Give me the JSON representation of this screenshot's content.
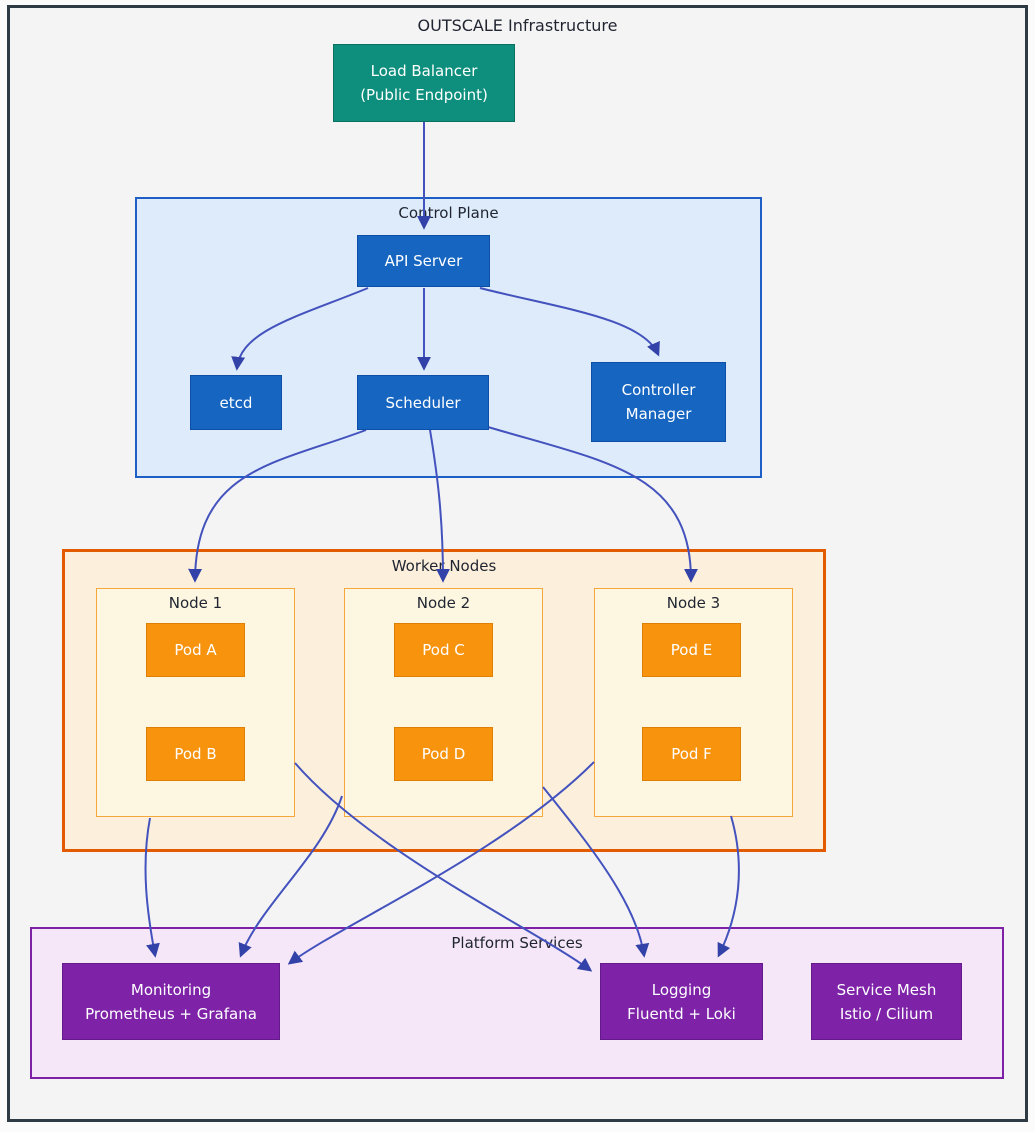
{
  "title": "OUTSCALE Infrastructure",
  "colors": {
    "frame_border": "#2e3a44",
    "canvas_bg": "#f4f4f5",
    "edge": "#4352bd",
    "lb_fill": "#0e8f7d",
    "lb_border": "#0a7060",
    "cp_fill": "#ddebfb",
    "cp_border": "#1d5fc4",
    "blue_fill": "#1565c1",
    "blue_border": "#0d4ea6",
    "wn_fill": "#fcf0dd",
    "wn_border": "#e35b00",
    "node_fill": "#fdf7e2",
    "node_border": "#f5a73b",
    "pod_fill": "#f7930d",
    "pod_border": "#df7e04",
    "ps_fill": "#f5e7f8",
    "ps_border": "#7d22a7",
    "svc_fill": "#7e22a8",
    "svc_border": "#651a8b",
    "text_dark": "#1f2430",
    "text_light": "#ffffff"
  },
  "load_balancer": {
    "name": "Load Balancer",
    "detail": "(Public Endpoint)"
  },
  "control_plane": {
    "label": "Control Plane",
    "api_server": "API Server",
    "etcd": "etcd",
    "scheduler": "Scheduler",
    "controller_manager": "Controller Manager"
  },
  "worker_nodes": {
    "label": "Worker Nodes",
    "nodes": [
      {
        "label": "Node 1",
        "pods": [
          "Pod A",
          "Pod B"
        ]
      },
      {
        "label": "Node 2",
        "pods": [
          "Pod C",
          "Pod D"
        ]
      },
      {
        "label": "Node 3",
        "pods": [
          "Pod E",
          "Pod F"
        ]
      }
    ]
  },
  "platform_services": {
    "label": "Platform Services",
    "services": [
      {
        "name": "Monitoring",
        "detail": "Prometheus + Grafana"
      },
      {
        "name": "Logging",
        "detail": "Fluentd + Loki"
      },
      {
        "name": "Service Mesh",
        "detail": "Istio / Cilium"
      }
    ]
  }
}
